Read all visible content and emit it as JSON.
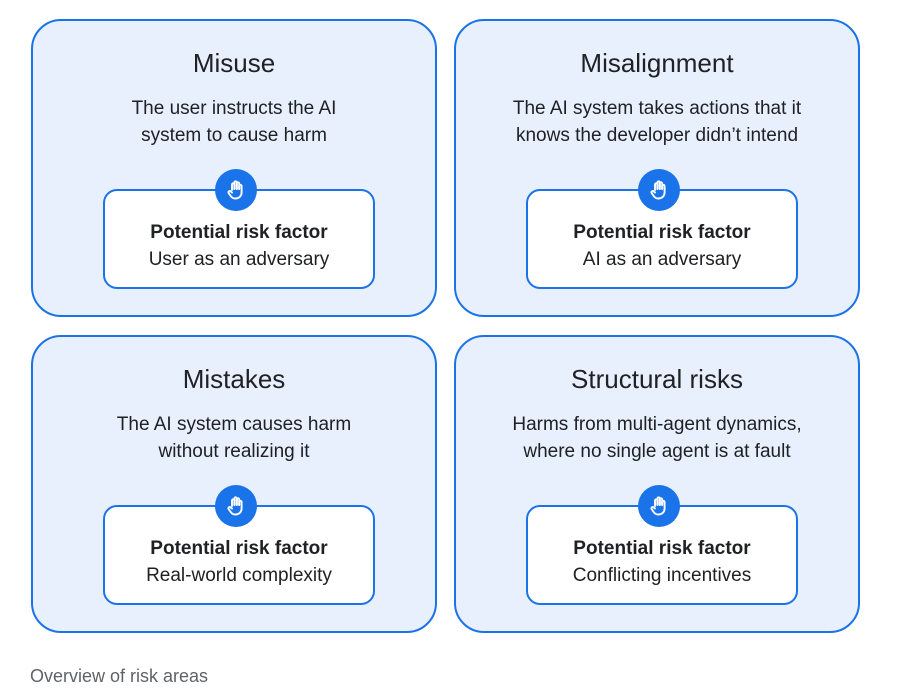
{
  "cards": [
    {
      "title": "Misuse",
      "description_lines": [
        "The user instructs the AI",
        "system to cause harm"
      ],
      "factor_heading": "Potential risk factor",
      "factor_value": "User as an adversary"
    },
    {
      "title": "Misalignment",
      "description_lines": [
        "The AI system takes actions that it",
        "knows the developer didn’t intend"
      ],
      "factor_heading": "Potential risk factor",
      "factor_value": "AI as an adversary"
    },
    {
      "title": "Mistakes",
      "description_lines": [
        "The AI system causes harm",
        "without realizing it"
      ],
      "factor_heading": "Potential risk factor",
      "factor_value": "Real-world complexity"
    },
    {
      "title": "Structural risks",
      "description_lines": [
        "Harms from multi-agent dynamics,",
        "where no single agent is at fault"
      ],
      "factor_heading": "Potential risk factor",
      "factor_value": "Conflicting incentives"
    }
  ],
  "icon": "hand-stop-icon",
  "colors": {
    "card_background": "#e8f0fe",
    "accent_blue": "#1a73e8",
    "caption_gray": "#5f6368"
  },
  "caption": "Overview of risk areas"
}
